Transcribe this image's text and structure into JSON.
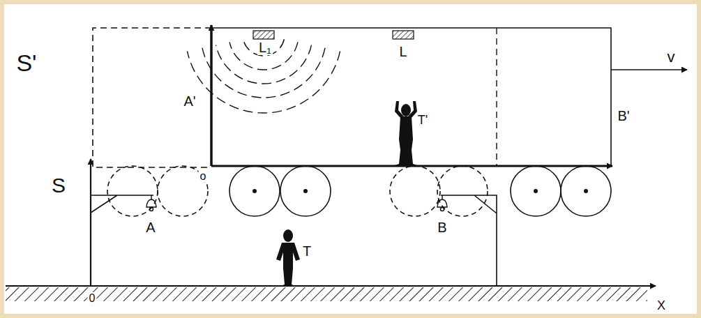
{
  "diagram": {
    "labels": [
      "S'",
      "A'",
      "L₁",
      "L",
      "T'",
      "B'",
      "v",
      "o",
      "S",
      "A",
      "B",
      "T",
      "0",
      "X"
    ]
  }
}
